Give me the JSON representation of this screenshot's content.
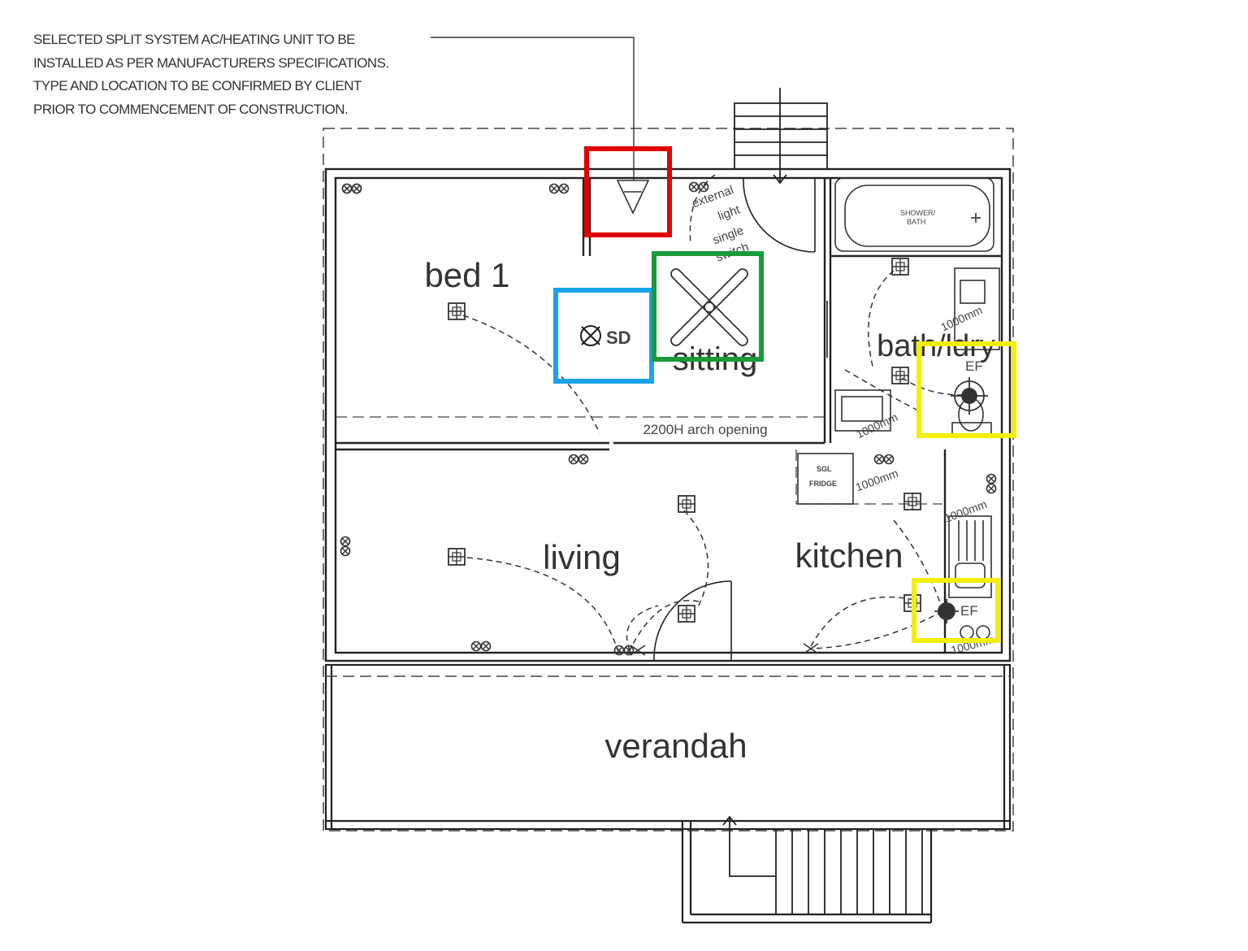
{
  "notes": [
    "SELECTED SPLIT SYSTEM AC/HEATING UNIT TO BE",
    "INSTALLED AS PER MANUFACTURERS SPECIFICATIONS.",
    "TYPE AND LOCATION TO BE CONFIRMED BY CLIENT",
    "PRIOR TO COMMENCEMENT OF CONSTRUCTION."
  ],
  "rooms": {
    "bed1": "bed 1",
    "sitting": "sitting",
    "bath": "bath/ldry",
    "living": "living",
    "kitchen": "kitchen",
    "verandah": "verandah"
  },
  "labels": {
    "arch": "2200H arch opening",
    "external_light": [
      "external",
      "light",
      "single",
      "switch"
    ],
    "sd": "SD",
    "ef_bath": "EF",
    "ef_kitchen": "EF",
    "shower_bath": [
      "SHOWER/",
      "BATH"
    ],
    "fridge": [
      "SGL",
      "FRIDGE"
    ],
    "dim_1000_a": "1000mm",
    "dim_1000_b": "1000mm",
    "dim_1000_c": "1000mm",
    "dim_1000_d": "1000mm",
    "dim_1000_e": "1000mm"
  },
  "highlight_colors": {
    "ac_unit": "#e00000",
    "smoke_detector": "#1aa3e8",
    "ceiling_fan": "#1a9a3a",
    "exhaust_fans": "#f2ef00"
  }
}
